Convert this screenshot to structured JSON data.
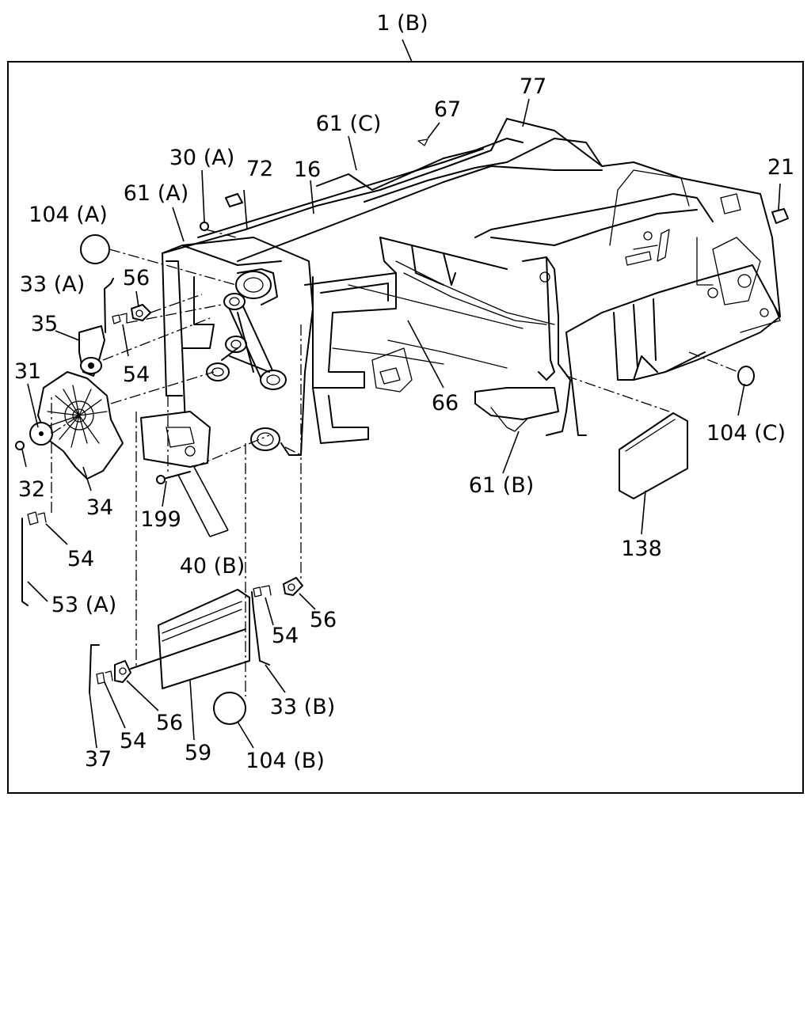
{
  "assembly_label": "1 (B)",
  "callouts": {
    "c77": "77",
    "c67": "67",
    "c61c": "61 (C)",
    "c16": "16",
    "c72": "72",
    "c30a": "30 (A)",
    "c61a": "61 (A)",
    "c104a": "104 (A)",
    "c33a": "33 (A)",
    "c56a": "56",
    "c35": "35",
    "c54a": "54",
    "c31": "31",
    "c32": "32",
    "c34": "34",
    "c54b": "54",
    "c53a": "53 (A)",
    "c199": "199",
    "c40b": "40 (B)",
    "c66": "66",
    "c61b": "61 (B)",
    "c21": "21",
    "c104c": "104 (C)",
    "c138": "138",
    "c56b": "56",
    "c54c": "54",
    "c33b": "33 (B)",
    "c104b": "104 (B)",
    "c59": "59",
    "c56c": "56",
    "c54d": "54",
    "c37": "37"
  }
}
